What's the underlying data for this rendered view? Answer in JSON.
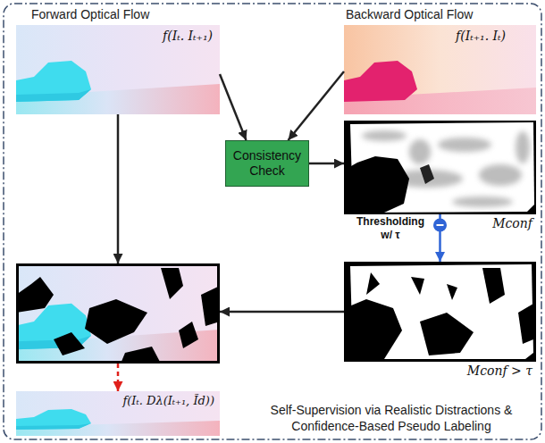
{
  "diagram": {
    "nodes": [
      {
        "text": [
          "Forward Optical Flow",
          "f(Iₜ. Iₜ₊₁)"
        ]
      },
      {
        "text": [
          "Backward Optical Flow",
          "f(Iₜ₊₁. Iₜ)"
        ]
      },
      {
        "text": [
          "Consistency Check"
        ]
      },
      {
        "text": [
          "Mconf"
        ]
      },
      {
        "text": [
          "Mconf > τ"
        ]
      },
      {
        "text": []
      },
      {
        "text": [
          "f(Iₜ. Dλ(Iₜ₊₁, Ĩd))"
        ]
      }
    ],
    "edges": [
      {
        "from": 0,
        "to": 2,
        "arrow": "to"
      },
      {
        "from": 1,
        "to": 2,
        "arrow": "to"
      },
      {
        "from": 2,
        "to": 3,
        "arrow": "to"
      },
      {
        "from": 3,
        "to": 4,
        "label": "Thresholding w/ τ",
        "arrow": "to"
      },
      {
        "from": 4,
        "to": 5,
        "arrow": "to"
      },
      {
        "from": 0,
        "to": 5,
        "arrow": "to"
      },
      {
        "from": 5,
        "to": 6,
        "arrow": "to"
      }
    ],
    "caption": "Self-Supervision via Realistic Distractions & Confidence-Based Pseudo Labeling"
  }
}
